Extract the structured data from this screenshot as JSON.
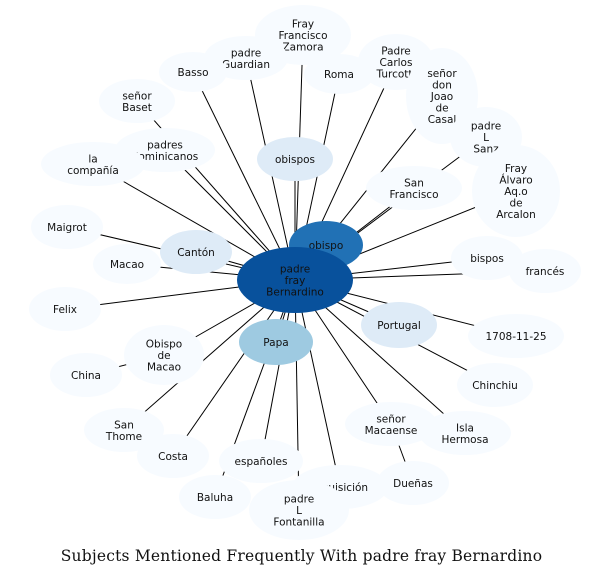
{
  "title": "Subjects Mentioned Frequently With padre fray Bernardino",
  "colors": {
    "edge": "#000000",
    "hub": "#08519c",
    "strong": "#2171b5",
    "medium": "#9ecae1",
    "light": "#deebf7",
    "faint": "#f7fbff"
  },
  "center": {
    "lines": [
      "padre",
      "fray",
      "Bernardino"
    ],
    "color": "hub"
  },
  "nodes": [
    {
      "id": "fray-francisco-zamora",
      "lines": [
        "Fray",
        "Francisco",
        "Zamora"
      ],
      "color": "faint"
    },
    {
      "id": "padre-guardian",
      "lines": [
        "padre",
        "Guardian"
      ],
      "color": "faint"
    },
    {
      "id": "basso",
      "lines": [
        "Basso"
      ],
      "color": "faint"
    },
    {
      "id": "roma",
      "lines": [
        "Roma"
      ],
      "color": "faint"
    },
    {
      "id": "padre-carlos-turcotti",
      "lines": [
        "Padre",
        "Carlos",
        "Turcotti"
      ],
      "color": "faint"
    },
    {
      "id": "senor-don-joao-de-casal",
      "lines": [
        "señor",
        "don",
        "Joao",
        "de",
        "Casal"
      ],
      "color": "faint"
    },
    {
      "id": "padre-l-sanz",
      "lines": [
        "padre",
        "L",
        "Sanz"
      ],
      "color": "faint"
    },
    {
      "id": "senor-baset",
      "lines": [
        "señor",
        "Baset"
      ],
      "color": "faint"
    },
    {
      "id": "padres-dominicanos",
      "lines": [
        "padres",
        "dominicanos"
      ],
      "color": "faint"
    },
    {
      "id": "obispos",
      "lines": [
        "obispos"
      ],
      "color": "light"
    },
    {
      "id": "fray-alvaro",
      "lines": [
        "Fray",
        "Álvaro",
        "Aq.o",
        "de",
        "Arcalon"
      ],
      "color": "faint"
    },
    {
      "id": "la-compania",
      "lines": [
        "la",
        "compañía"
      ],
      "color": "faint"
    },
    {
      "id": "san-francisco",
      "lines": [
        "San",
        "Francisco"
      ],
      "color": "faint"
    },
    {
      "id": "maigrot",
      "lines": [
        "Maigrot"
      ],
      "color": "faint"
    },
    {
      "id": "obispo",
      "lines": [
        "obispo"
      ],
      "color": "strong"
    },
    {
      "id": "canton",
      "lines": [
        "Cantón"
      ],
      "color": "light"
    },
    {
      "id": "bispos",
      "lines": [
        "bispos"
      ],
      "color": "faint"
    },
    {
      "id": "frances",
      "lines": [
        "francés"
      ],
      "color": "faint"
    },
    {
      "id": "macao",
      "lines": [
        "Macao"
      ],
      "color": "faint"
    },
    {
      "id": "felix",
      "lines": [
        "Felix"
      ],
      "color": "faint"
    },
    {
      "id": "portugal",
      "lines": [
        "Portugal"
      ],
      "color": "light"
    },
    {
      "id": "date-1708-11-25",
      "lines": [
        "1708-11-25"
      ],
      "color": "faint"
    },
    {
      "id": "papa",
      "lines": [
        "Papa"
      ],
      "color": "medium"
    },
    {
      "id": "obispo-de-macao",
      "lines": [
        "Obispo",
        "de",
        "Macao"
      ],
      "color": "faint"
    },
    {
      "id": "china",
      "lines": [
        "China"
      ],
      "color": "faint"
    },
    {
      "id": "chinchiu",
      "lines": [
        "Chinchiu"
      ],
      "color": "faint"
    },
    {
      "id": "san-thome",
      "lines": [
        "San",
        "Thome"
      ],
      "color": "faint"
    },
    {
      "id": "senor-macaense",
      "lines": [
        "señor",
        "Macaense"
      ],
      "color": "faint"
    },
    {
      "id": "isla-hermosa",
      "lines": [
        "Isla",
        "Hermosa"
      ],
      "color": "faint"
    },
    {
      "id": "costa",
      "lines": [
        "Costa"
      ],
      "color": "faint"
    },
    {
      "id": "espanoles",
      "lines": [
        "españoles"
      ],
      "color": "faint"
    },
    {
      "id": "inquisicion",
      "lines": [
        "Inquisición"
      ],
      "color": "faint"
    },
    {
      "id": "duenas",
      "lines": [
        "Dueñas"
      ],
      "color": "faint"
    },
    {
      "id": "baluha",
      "lines": [
        "Baluha"
      ],
      "color": "faint"
    },
    {
      "id": "padre-l-fontanilla",
      "lines": [
        "padre",
        "L",
        "Fontanilla"
      ],
      "color": "faint"
    }
  ],
  "edges": [
    [
      "center",
      "fray-francisco-zamora"
    ],
    [
      "center",
      "padre-guardian"
    ],
    [
      "center",
      "basso"
    ],
    [
      "center",
      "roma"
    ],
    [
      "center",
      "padre-carlos-turcotti"
    ],
    [
      "center",
      "senor-don-joao-de-casal"
    ],
    [
      "center",
      "padre-l-sanz"
    ],
    [
      "center",
      "senor-baset"
    ],
    [
      "center",
      "padres-dominicanos"
    ],
    [
      "center",
      "obispos"
    ],
    [
      "center",
      "fray-alvaro"
    ],
    [
      "center",
      "la-compania"
    ],
    [
      "center",
      "san-francisco"
    ],
    [
      "center",
      "maigrot"
    ],
    [
      "center",
      "obispo"
    ],
    [
      "center",
      "canton"
    ],
    [
      "center",
      "bispos"
    ],
    [
      "center",
      "frances"
    ],
    [
      "center",
      "macao"
    ],
    [
      "center",
      "felix"
    ],
    [
      "center",
      "portugal"
    ],
    [
      "center",
      "date-1708-11-25"
    ],
    [
      "center",
      "papa"
    ],
    [
      "center",
      "obispo-de-macao"
    ],
    [
      "obispo-de-macao",
      "china"
    ],
    [
      "center",
      "chinchiu"
    ],
    [
      "center",
      "san-thome"
    ],
    [
      "center",
      "senor-macaense"
    ],
    [
      "center",
      "isla-hermosa"
    ],
    [
      "center",
      "costa"
    ],
    [
      "center",
      "espanoles"
    ],
    [
      "center",
      "inquisicion"
    ],
    [
      "senor-macaense",
      "duenas"
    ],
    [
      "center",
      "baluha"
    ],
    [
      "center",
      "padre-l-fontanilla"
    ]
  ]
}
